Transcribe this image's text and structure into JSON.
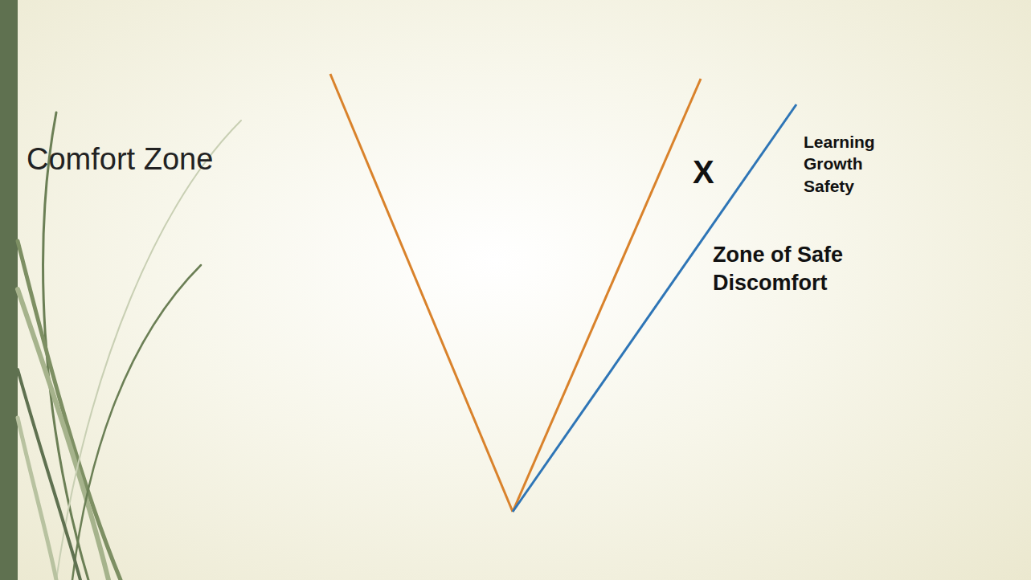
{
  "diagram": {
    "labels": [
      "Comfort Zone",
      "X",
      "Learning Growth Safety",
      "Zone of Safe Discomfort"
    ]
  }
}
